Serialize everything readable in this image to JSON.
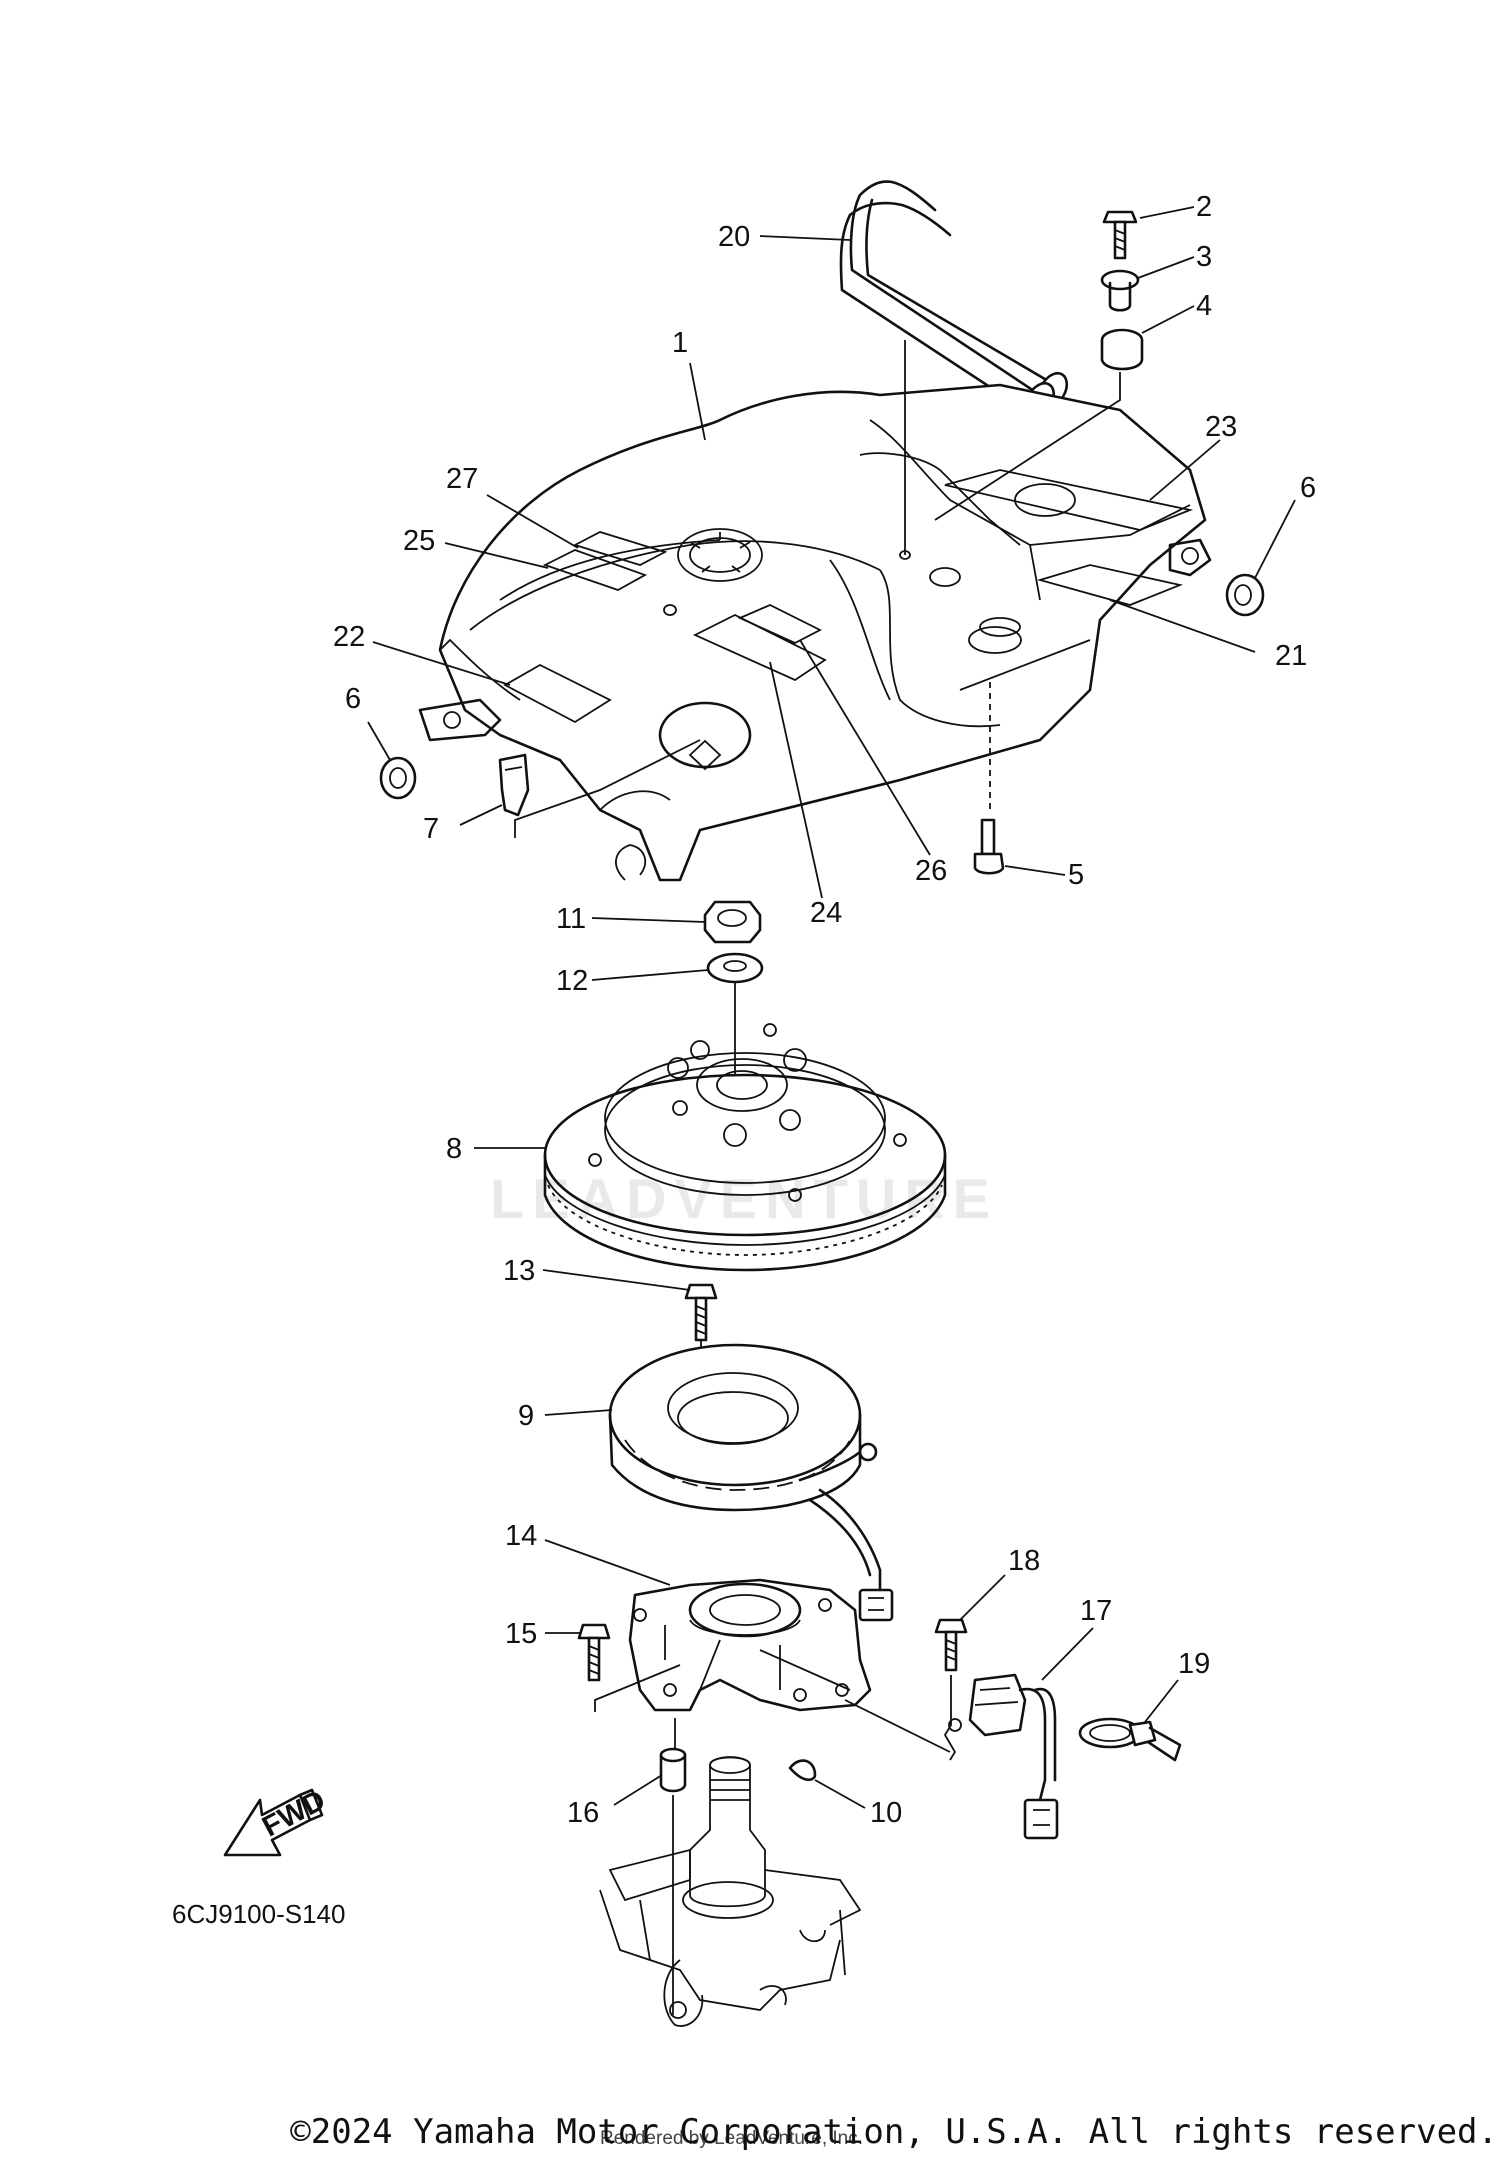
{
  "diagram": {
    "callouts": [
      {
        "id": "1",
        "text": "1"
      },
      {
        "id": "2",
        "text": "2"
      },
      {
        "id": "3",
        "text": "3"
      },
      {
        "id": "4",
        "text": "4"
      },
      {
        "id": "5",
        "text": "5"
      },
      {
        "id": "6a",
        "text": "6"
      },
      {
        "id": "6b",
        "text": "6"
      },
      {
        "id": "7",
        "text": "7"
      },
      {
        "id": "8",
        "text": "8"
      },
      {
        "id": "9",
        "text": "9"
      },
      {
        "id": "10",
        "text": "10"
      },
      {
        "id": "11",
        "text": "11"
      },
      {
        "id": "12",
        "text": "12"
      },
      {
        "id": "13",
        "text": "13"
      },
      {
        "id": "14",
        "text": "14"
      },
      {
        "id": "15",
        "text": "15"
      },
      {
        "id": "16",
        "text": "16"
      },
      {
        "id": "17",
        "text": "17"
      },
      {
        "id": "18",
        "text": "18"
      },
      {
        "id": "19",
        "text": "19"
      },
      {
        "id": "20",
        "text": "20"
      },
      {
        "id": "21",
        "text": "21"
      },
      {
        "id": "22",
        "text": "22"
      },
      {
        "id": "23",
        "text": "23"
      },
      {
        "id": "24",
        "text": "24"
      },
      {
        "id": "25",
        "text": "25"
      },
      {
        "id": "26",
        "text": "26"
      },
      {
        "id": "27",
        "text": "27"
      }
    ],
    "fwd_label": "FWD",
    "diagram_code": "6CJ9100-S140"
  },
  "footer": {
    "copyright": "©2024 Yamaha Motor Corporation, U.S.A. All rights reserved.",
    "rendered_by": "Rendered by LeadVenture, Inc."
  }
}
